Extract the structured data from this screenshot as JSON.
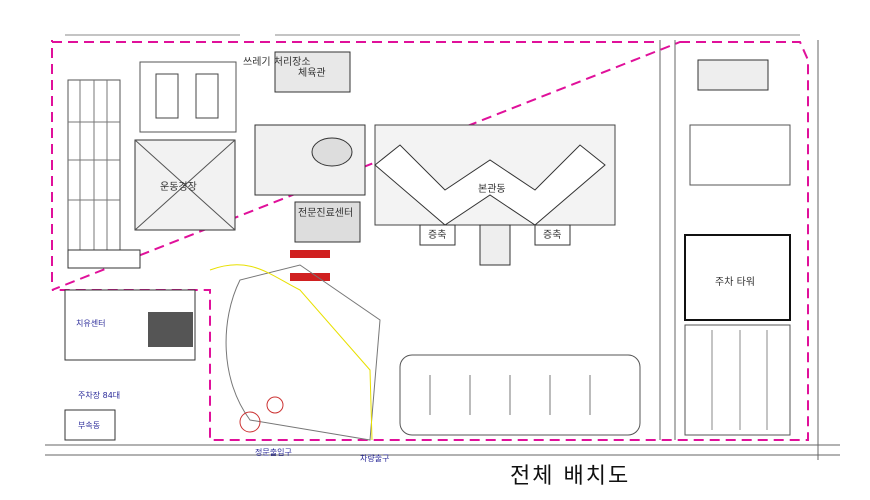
{
  "title": "전체 배치도",
  "labels": {
    "sports_hall": "운동경장",
    "gym": "체육관",
    "waste": "쓰레기 처리장소",
    "specialty_center": "전문진료센터",
    "main_building": "본관동",
    "wing_left": "증축",
    "wing_right": "증축",
    "parking_tower": "주차 타워",
    "left_building": "치유센터",
    "annex": "부속동",
    "parking_note": "주차장 84대",
    "main_entrance": "정문출입구",
    "vehicle_exit": "차량출구"
  },
  "colors": {
    "boundary": "#e0109a",
    "lines": "#555555",
    "yellow_path": "#e8e000",
    "parking_red": "#d02020",
    "label_blue": "#2b2b9a"
  }
}
